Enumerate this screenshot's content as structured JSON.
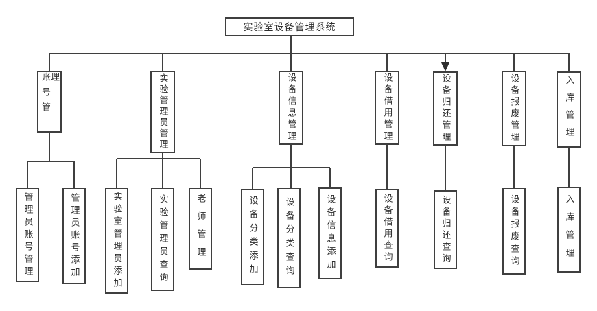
{
  "diagram": {
    "title": "实验室设备管理系统",
    "colors": {
      "line": "#3f3f3f",
      "box_border": "#3f3f3f",
      "text": "#2e2e2e",
      "background": "#ffffff"
    },
    "tree": {
      "root": {
        "label": "实验室设备管理系统"
      },
      "branches": [
        {
          "label": "账号管理",
          "children": [
            {
              "label": "管理员账号管理"
            },
            {
              "label": "管理员账号添加"
            }
          ]
        },
        {
          "label": "实验管理员管理",
          "children": [
            {
              "label": "实验室管理员添加"
            },
            {
              "label": "实验管理员查询"
            },
            {
              "label": "老师管理"
            }
          ]
        },
        {
          "label": "设备信息管理",
          "children": [
            {
              "label": "设备分类添加"
            },
            {
              "label": "设备分类查询"
            },
            {
              "label": "设备信息添加"
            }
          ]
        },
        {
          "label": "设备借用管理",
          "children": [
            {
              "label": "设备借用查询"
            }
          ]
        },
        {
          "label": "设备归还管理",
          "has_arrowhead": true,
          "children": [
            {
              "label": "设备归还查询"
            }
          ]
        },
        {
          "label": "设备报废管理",
          "children": [
            {
              "label": "设备报废查询"
            }
          ]
        },
        {
          "label": "入库管理",
          "children": [
            {
              "label": "入库管理"
            }
          ]
        }
      ]
    }
  }
}
